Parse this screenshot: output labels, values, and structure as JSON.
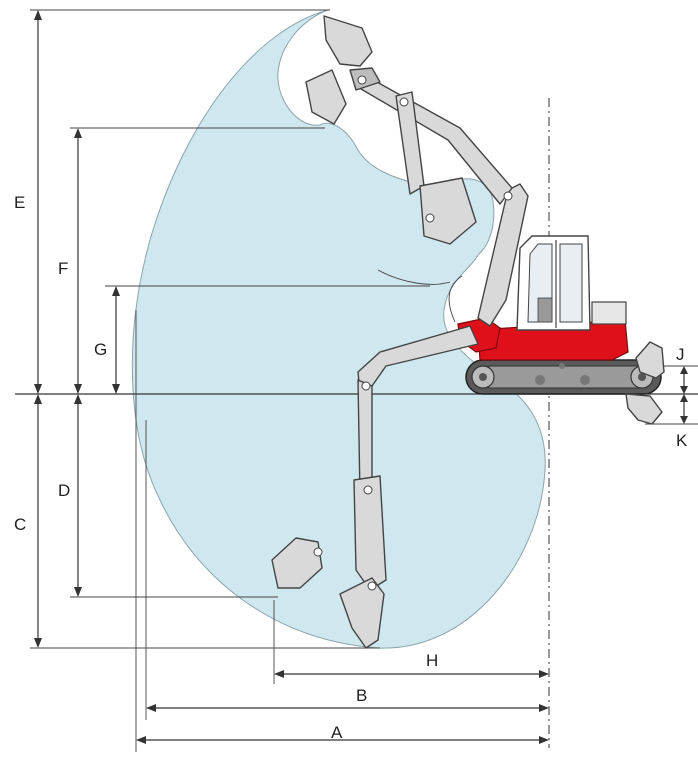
{
  "labels": {
    "A": "A",
    "B": "B",
    "C": "C",
    "D": "D",
    "E": "E",
    "F": "F",
    "G": "G",
    "H": "H",
    "J": "J",
    "K": "K"
  },
  "colors": {
    "envelope": "#cfe8ef",
    "machine_red": "#e0101a",
    "metal": "#d9d9d9",
    "line": "#333333"
  },
  "icons": {
    "machine": "excavator",
    "bucket": "excavator-bucket",
    "blade": "dozer-blade"
  }
}
